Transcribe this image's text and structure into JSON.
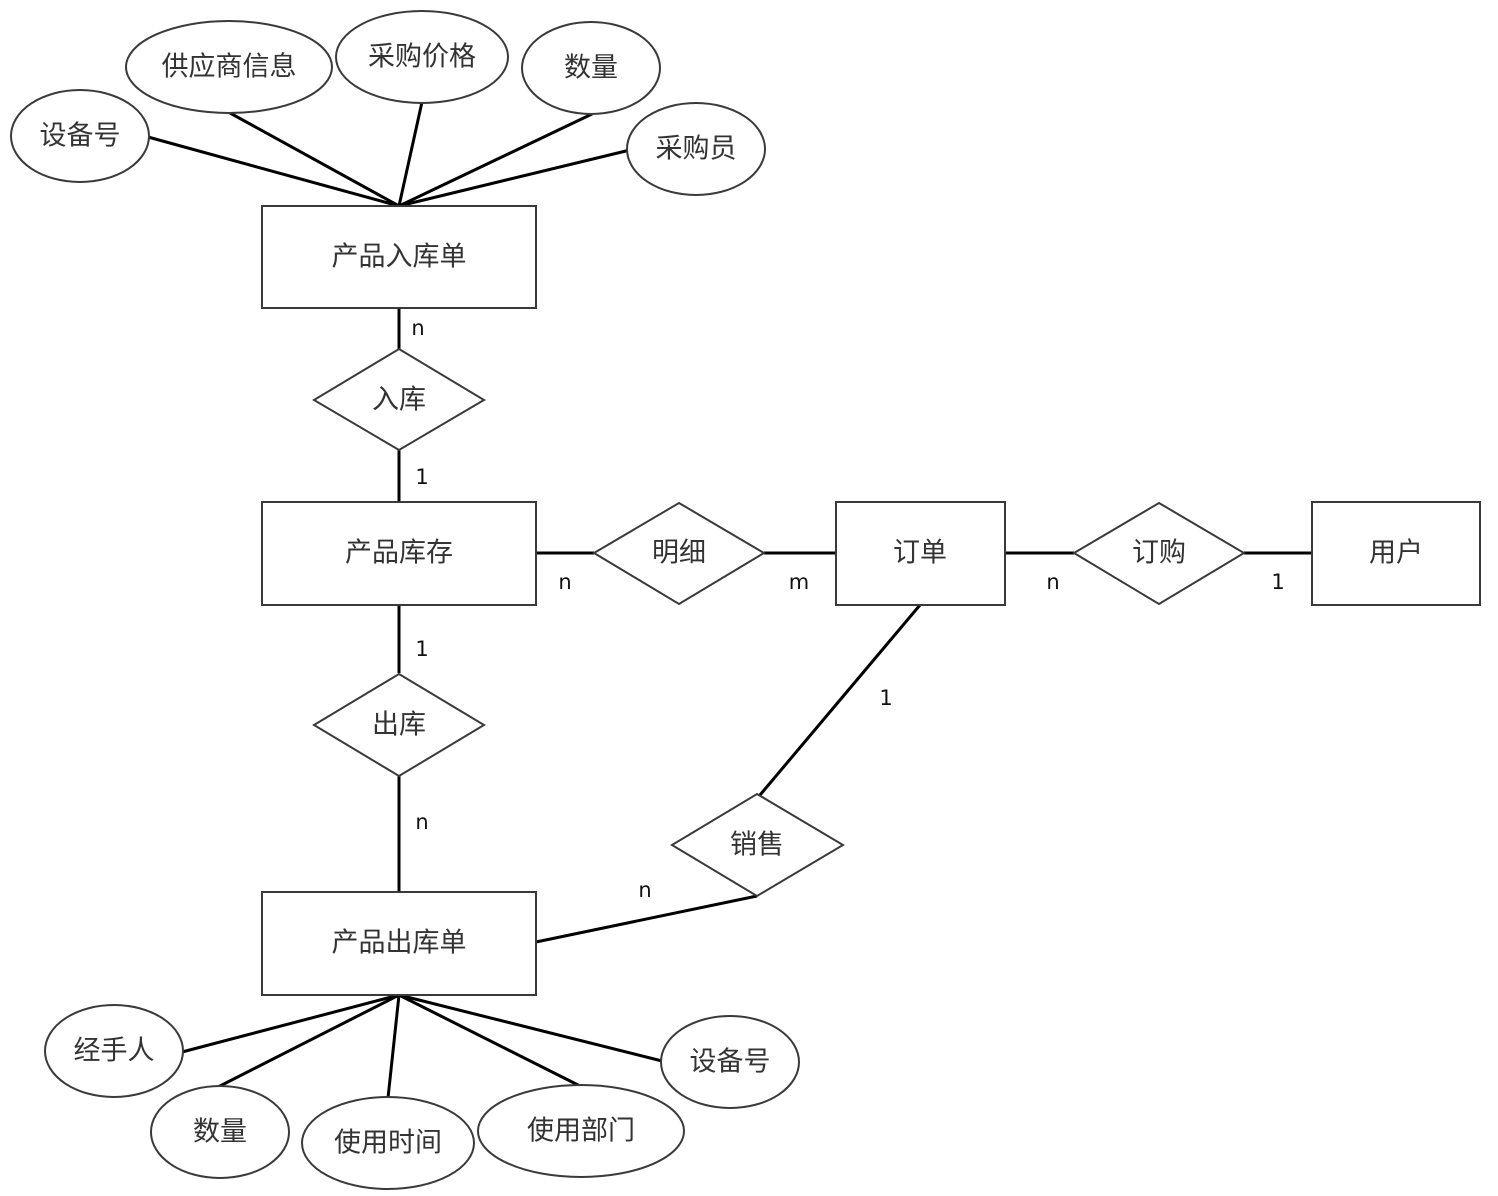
{
  "diagram": {
    "type": "er-diagram",
    "entities": {
      "inbound_order": "产品入库单",
      "inventory": "产品库存",
      "order": "订单",
      "user": "用户",
      "outbound_order": "产品出库单"
    },
    "relationships": {
      "inbound": "入库",
      "detail": "明细",
      "purchase": "订购",
      "outbound": "出库",
      "sales": "销售"
    },
    "attributes": {
      "inbound_order": {
        "device_no": "设备号",
        "supplier_info": "供应商信息",
        "purchase_price": "采购价格",
        "quantity": "数量",
        "buyer": "采购员"
      },
      "outbound_order": {
        "handler": "经手人",
        "quantity": "数量",
        "use_time": "使用时间",
        "use_department": "使用部门",
        "device_no": "设备号"
      }
    },
    "cardinalities": {
      "inbound_order_side": "n",
      "inventory_inbound_side": "1",
      "inventory_detail_side": "n",
      "order_detail_side": "m",
      "order_purchase_side": "n",
      "user_purchase_side": "1",
      "inventory_outbound_side": "1",
      "outbound_order_side": "n",
      "order_sales_side": "1",
      "outbound_order_sales_side": "n"
    }
  }
}
